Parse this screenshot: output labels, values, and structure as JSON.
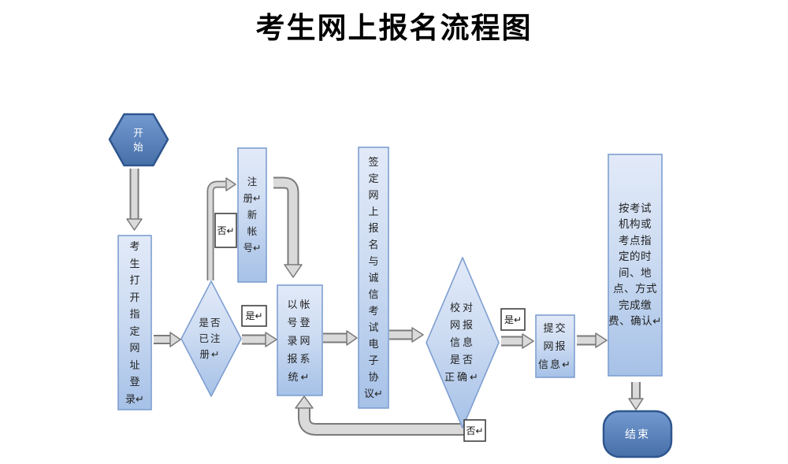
{
  "title": "考生网上报名流程图",
  "colors": {
    "light_shape_top": "#e0e9f7",
    "light_shape_bottom": "#a6c1e7",
    "light_shape_border": "#7f9fd1",
    "dark_shape_top": "#6e93cb",
    "dark_shape_bottom": "#4a77b0",
    "dark_shape_border": "#2f568e",
    "arrow_fill": "#d9d9d9",
    "arrow_outline": "#7a7a7a",
    "label_box_border": "#404040"
  },
  "nodes": {
    "start": {
      "label": "开\n始",
      "shape": "hexagon"
    },
    "open_site": {
      "label": "考\n生\n打\n开\n指\n定\n网\n址\n登\n录↵",
      "shape": "rect"
    },
    "is_registered": {
      "label": "是否\n已注\n册↵",
      "shape": "diamond"
    },
    "register_new_account": {
      "label": "注\n册↵\n新\n帐\n号↵",
      "shape": "rect"
    },
    "login_system": {
      "label": "以帐\n号登\n录网\n报系\n统↵",
      "shape": "rect"
    },
    "sign_agreement": {
      "label": "签\n定\n网\n上\n报\n名\n与\n诚\n信\n考\n试\n电\n子\n协\n议↵",
      "shape": "rect"
    },
    "verify_info": {
      "label": "校对\n网报\n信息\n是否\n正确↵",
      "shape": "diamond"
    },
    "submit_info": {
      "label": "提交\n网报\n信息↵",
      "shape": "rect"
    },
    "pay_confirm": {
      "label": "按考试\n机构或\n考点指\n定的时\n间、地\n点、方式\n完成缴\n费、确认↵",
      "shape": "rect"
    },
    "end": {
      "label": "结束",
      "shape": "rounded"
    }
  },
  "edge_labels": {
    "not_registered_no": "否↵",
    "registered_yes": "是↵",
    "info_correct_yes": "是↵",
    "info_incorrect_no": "否↵"
  }
}
